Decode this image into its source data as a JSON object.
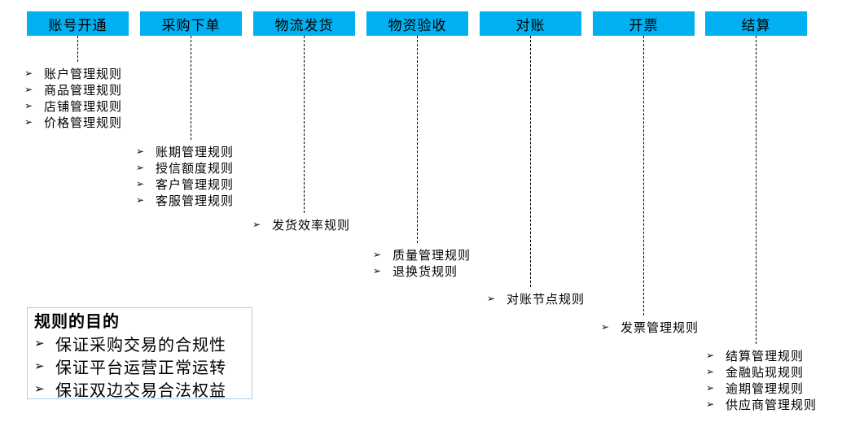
{
  "diagram": {
    "accent_color": "#00b0f0",
    "bullet_icon": "➢",
    "stages": [
      {
        "label": "账号开通",
        "rules": [
          "账户管理规则",
          "商品管理规则",
          "店铺管理规则",
          "价格管理规则"
        ]
      },
      {
        "label": "采购下单",
        "rules": [
          "账期管理规则",
          "授信额度规则",
          "客户管理规则",
          "客服管理规则"
        ]
      },
      {
        "label": "物流发货",
        "rules": [
          "发货效率规则"
        ]
      },
      {
        "label": "物资验收",
        "rules": [
          "质量管理规则",
          "退换货规则"
        ]
      },
      {
        "label": "对账",
        "rules": [
          "对账节点规则"
        ]
      },
      {
        "label": "开票",
        "rules": [
          "发票管理规则"
        ]
      },
      {
        "label": "结算",
        "rules": [
          "结算管理规则",
          "金融贴现规则",
          "逾期管理规则",
          "供应商管理规则"
        ]
      }
    ],
    "purpose_box": {
      "title": "规则的目的",
      "items": [
        "保证采购交易的合规性",
        "保证平台运营正常运转",
        "保证双边交易合法权益"
      ]
    }
  }
}
